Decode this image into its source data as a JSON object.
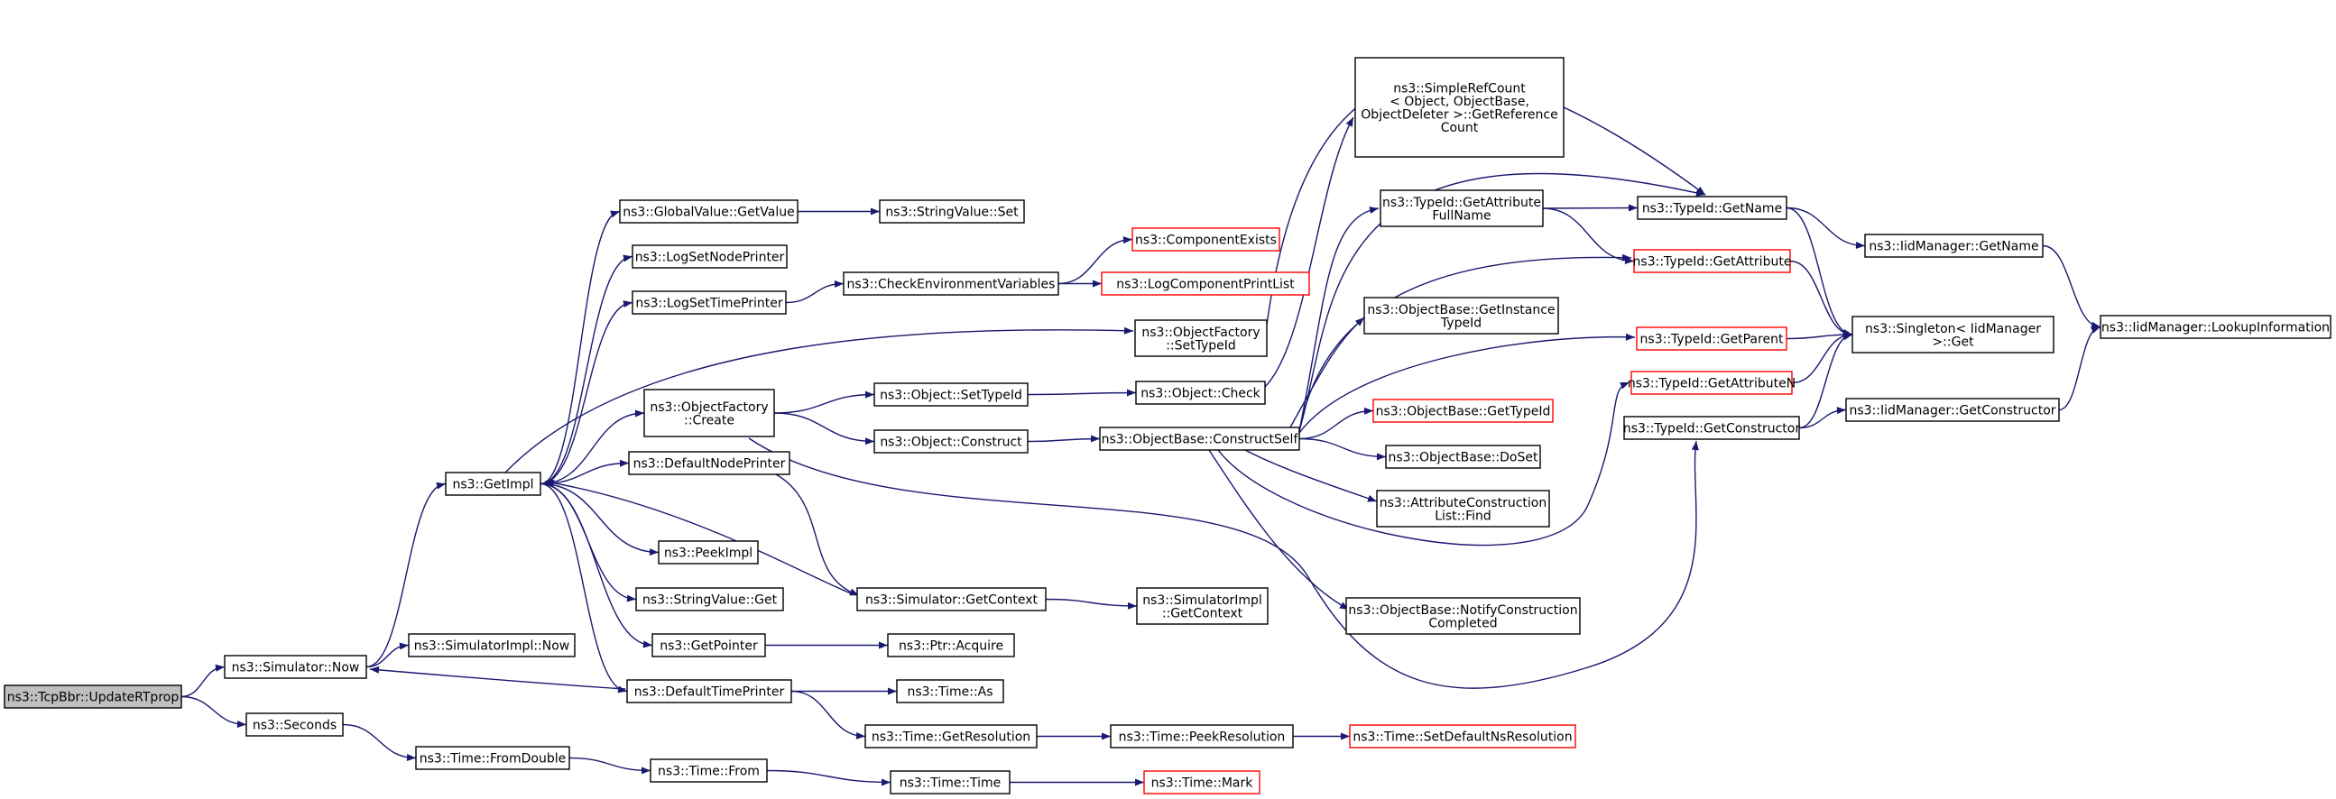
{
  "diagram": {
    "title": "",
    "nodes": [
      {
        "id": "root",
        "lines": [
          "ns3::TcpBbr::UpdateRTprop"
        ],
        "style": "root"
      },
      {
        "id": "simnow",
        "lines": [
          "ns3::Simulator::Now"
        ],
        "style": "normal"
      },
      {
        "id": "seconds",
        "lines": [
          "ns3::Seconds"
        ],
        "style": "normal"
      },
      {
        "id": "getimpl",
        "lines": [
          "ns3::GetImpl"
        ],
        "style": "normal"
      },
      {
        "id": "simimplnow",
        "lines": [
          "ns3::SimulatorImpl::Now"
        ],
        "style": "normal"
      },
      {
        "id": "fromdouble",
        "lines": [
          "ns3::Time::FromDouble"
        ],
        "style": "normal"
      },
      {
        "id": "gvgetvalue",
        "lines": [
          "ns3::GlobalValue::GetValue"
        ],
        "style": "normal"
      },
      {
        "id": "logsetnode",
        "lines": [
          "ns3::LogSetNodePrinter"
        ],
        "style": "normal"
      },
      {
        "id": "logsettime",
        "lines": [
          "ns3::LogSetTimePrinter"
        ],
        "style": "normal"
      },
      {
        "id": "ofcreate",
        "lines": [
          "ns3::ObjectFactory",
          "::Create"
        ],
        "style": "normal"
      },
      {
        "id": "defnodeprinter",
        "lines": [
          "ns3::DefaultNodePrinter"
        ],
        "style": "normal"
      },
      {
        "id": "peekimpl",
        "lines": [
          "ns3::PeekImpl"
        ],
        "style": "normal"
      },
      {
        "id": "svget",
        "lines": [
          "ns3::StringValue::Get"
        ],
        "style": "normal"
      },
      {
        "id": "getpointer",
        "lines": [
          "ns3::GetPointer"
        ],
        "style": "normal"
      },
      {
        "id": "deftimeprinter",
        "lines": [
          "ns3::DefaultTimePrinter"
        ],
        "style": "normal"
      },
      {
        "id": "timefrom",
        "lines": [
          "ns3::Time::From"
        ],
        "style": "normal"
      },
      {
        "id": "svset",
        "lines": [
          "ns3::StringValue::Set"
        ],
        "style": "normal"
      },
      {
        "id": "checkenv",
        "lines": [
          "ns3::CheckEnvironmentVariables"
        ],
        "style": "normal"
      },
      {
        "id": "objsettypeid",
        "lines": [
          "ns3::Object::SetTypeId"
        ],
        "style": "normal"
      },
      {
        "id": "objconstruct",
        "lines": [
          "ns3::Object::Construct"
        ],
        "style": "normal"
      },
      {
        "id": "simgetcontext",
        "lines": [
          "ns3::Simulator::GetContext"
        ],
        "style": "normal"
      },
      {
        "id": "ptracquire",
        "lines": [
          "ns3::Ptr::Acquire"
        ],
        "style": "normal"
      },
      {
        "id": "timeas",
        "lines": [
          "ns3::Time::As"
        ],
        "style": "normal"
      },
      {
        "id": "timegetres",
        "lines": [
          "ns3::Time::GetResolution"
        ],
        "style": "normal"
      },
      {
        "id": "timetime",
        "lines": [
          "ns3::Time::Time"
        ],
        "style": "normal"
      },
      {
        "id": "compexists",
        "lines": [
          "ns3::ComponentExists"
        ],
        "style": "red"
      },
      {
        "id": "logcompprint",
        "lines": [
          "ns3::LogComponentPrintList"
        ],
        "style": "red"
      },
      {
        "id": "ofsettypeid",
        "lines": [
          "ns3::ObjectFactory",
          "::SetTypeId"
        ],
        "style": "normal"
      },
      {
        "id": "objcheck",
        "lines": [
          "ns3::Object::Check"
        ],
        "style": "normal"
      },
      {
        "id": "obconstructself",
        "lines": [
          "ns3::ObjectBase::ConstructSelf"
        ],
        "style": "normal"
      },
      {
        "id": "simimplgetctx",
        "lines": [
          "ns3::SimulatorImpl",
          "::GetContext"
        ],
        "style": "normal"
      },
      {
        "id": "timepeekres",
        "lines": [
          "ns3::Time::PeekResolution"
        ],
        "style": "normal"
      },
      {
        "id": "timemark",
        "lines": [
          "ns3::Time::Mark"
        ],
        "style": "red"
      },
      {
        "id": "simplerefcount",
        "lines": [
          "ns3::SimpleRefCount",
          "< Object, ObjectBase,",
          " ObjectDeleter >::GetReference",
          "Count"
        ],
        "style": "normal"
      },
      {
        "id": "tidgetattrfull",
        "lines": [
          "ns3::TypeId::GetAttribute",
          "FullName"
        ],
        "style": "normal"
      },
      {
        "id": "obgetinsttypeid",
        "lines": [
          "ns3::ObjectBase::GetInstance",
          "TypeId"
        ],
        "style": "normal"
      },
      {
        "id": "obgettypeid",
        "lines": [
          "ns3::ObjectBase::GetTypeId"
        ],
        "style": "red"
      },
      {
        "id": "obdoset",
        "lines": [
          "ns3::ObjectBase::DoSet"
        ],
        "style": "normal"
      },
      {
        "id": "attrconstrfind",
        "lines": [
          "ns3::AttributeConstruction",
          "List::Find"
        ],
        "style": "normal"
      },
      {
        "id": "obnotifyconstr",
        "lines": [
          "ns3::ObjectBase::NotifyConstruction",
          "Completed"
        ],
        "style": "normal"
      },
      {
        "id": "timesetdefns",
        "lines": [
          "ns3::Time::SetDefaultNsResolution"
        ],
        "style": "red"
      },
      {
        "id": "tidgetname",
        "lines": [
          "ns3::TypeId::GetName"
        ],
        "style": "normal"
      },
      {
        "id": "tidgetattr",
        "lines": [
          "ns3::TypeId::GetAttribute"
        ],
        "style": "red"
      },
      {
        "id": "tidgetparent",
        "lines": [
          "ns3::TypeId::GetParent"
        ],
        "style": "red"
      },
      {
        "id": "tidgetattrn",
        "lines": [
          "ns3::TypeId::GetAttributeN"
        ],
        "style": "red"
      },
      {
        "id": "tidgetconstr",
        "lines": [
          "ns3::TypeId::GetConstructor"
        ],
        "style": "normal"
      },
      {
        "id": "iidgetname",
        "lines": [
          "ns3::IidManager::GetName"
        ],
        "style": "normal"
      },
      {
        "id": "singletonget",
        "lines": [
          "ns3::Singleton< IidManager",
          " >::Get"
        ],
        "style": "normal"
      },
      {
        "id": "iidgetconstr",
        "lines": [
          "ns3::IidManager::GetConstructor"
        ],
        "style": "normal"
      },
      {
        "id": "iidlookup",
        "lines": [
          "ns3::IidManager::LookupInformation"
        ],
        "style": "normal"
      }
    ],
    "edges": [
      {
        "from": "root",
        "to": "simnow"
      },
      {
        "from": "root",
        "to": "seconds"
      },
      {
        "from": "simnow",
        "to": "getimpl"
      },
      {
        "from": "simnow",
        "to": "simimplnow"
      },
      {
        "from": "seconds",
        "to": "fromdouble"
      },
      {
        "from": "getimpl",
        "to": "gvgetvalue"
      },
      {
        "from": "getimpl",
        "to": "logsetnode"
      },
      {
        "from": "getimpl",
        "to": "logsettime"
      },
      {
        "from": "getimpl",
        "to": "ofsettypeid"
      },
      {
        "from": "getimpl",
        "to": "ofcreate"
      },
      {
        "from": "getimpl",
        "to": "defnodeprinter"
      },
      {
        "from": "getimpl",
        "to": "peekimpl"
      },
      {
        "from": "getimpl",
        "to": "svget"
      },
      {
        "from": "getimpl",
        "to": "getpointer"
      },
      {
        "from": "getimpl",
        "to": "deftimeprinter"
      },
      {
        "from": "fromdouble",
        "to": "timefrom"
      },
      {
        "from": "gvgetvalue",
        "to": "svset"
      },
      {
        "from": "logsettime",
        "to": "checkenv"
      },
      {
        "from": "checkenv",
        "to": "compexists"
      },
      {
        "from": "checkenv",
        "to": "logcompprint"
      },
      {
        "from": "ofcreate",
        "to": "objsettypeid"
      },
      {
        "from": "ofcreate",
        "to": "objconstruct"
      },
      {
        "from": "ofcreate",
        "to": "tidgetconstr"
      },
      {
        "from": "defnodeprinter",
        "to": "simgetcontext"
      },
      {
        "from": "simgetcontext",
        "to": "getimpl"
      },
      {
        "from": "simgetcontext",
        "to": "simimplgetctx"
      },
      {
        "from": "getpointer",
        "to": "ptracquire"
      },
      {
        "from": "deftimeprinter",
        "to": "simnow"
      },
      {
        "from": "deftimeprinter",
        "to": "timeas"
      },
      {
        "from": "deftimeprinter",
        "to": "timegetres"
      },
      {
        "from": "timegetres",
        "to": "timepeekres"
      },
      {
        "from": "timepeekres",
        "to": "timesetdefns"
      },
      {
        "from": "timefrom",
        "to": "timetime"
      },
      {
        "from": "timetime",
        "to": "timemark"
      },
      {
        "from": "objsettypeid",
        "to": "objcheck"
      },
      {
        "from": "objconstruct",
        "to": "obconstructself"
      },
      {
        "from": "ofsettypeid",
        "to": "tidgetname"
      },
      {
        "from": "objcheck",
        "to": "simplerefcount"
      },
      {
        "from": "obconstructself",
        "to": "tidgetattrfull"
      },
      {
        "from": "obconstructself",
        "to": "tidgetattr"
      },
      {
        "from": "obconstructself",
        "to": "obgetinsttypeid"
      },
      {
        "from": "obconstructself",
        "to": "tidgetparent"
      },
      {
        "from": "obconstructself",
        "to": "obgettypeid"
      },
      {
        "from": "obconstructself",
        "to": "obdoset"
      },
      {
        "from": "obconstructself",
        "to": "attrconstrfind"
      },
      {
        "from": "obconstructself",
        "to": "obnotifyconstr"
      },
      {
        "from": "obconstructself",
        "to": "tidgetattrn"
      },
      {
        "from": "obconstructself",
        "to": "tidgetname"
      },
      {
        "from": "tidgetattrfull",
        "to": "tidgetname"
      },
      {
        "from": "tidgetattrfull",
        "to": "tidgetattr"
      },
      {
        "from": "tidgetname",
        "to": "iidgetname"
      },
      {
        "from": "tidgetname",
        "to": "singletonget"
      },
      {
        "from": "tidgetattr",
        "to": "singletonget"
      },
      {
        "from": "tidgetparent",
        "to": "singletonget"
      },
      {
        "from": "tidgetattrn",
        "to": "singletonget"
      },
      {
        "from": "tidgetconstr",
        "to": "singletonget"
      },
      {
        "from": "tidgetconstr",
        "to": "iidgetconstr"
      },
      {
        "from": "iidgetname",
        "to": "iidlookup"
      },
      {
        "from": "iidgetconstr",
        "to": "iidlookup"
      }
    ]
  },
  "colors": {
    "edge": "#191970",
    "root_fill": "#bfbfbf",
    "node_border": "#000000",
    "missing_node_border": "#ff0000"
  }
}
